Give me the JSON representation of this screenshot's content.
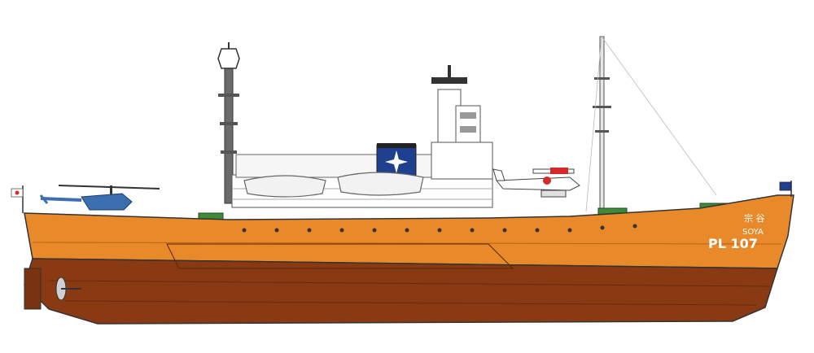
{
  "hull_markings": {
    "pennant_number": "PL 107",
    "name_latin": "SOYA",
    "name_kanji": "宗 谷"
  },
  "colors": {
    "upper_hull": "#e8892a",
    "lower_hull": "#8a3a12",
    "superstructure": "#ffffff",
    "funnel": "#1f3f8f",
    "funnel_emblem": "#ffffff",
    "outline": "#333333",
    "deck_green": "#3d8a3a",
    "helicopter": "#3b6fb0",
    "aircraft_red": "#d42a2a",
    "ensign_red": "#d42a2a"
  },
  "icons": {
    "funnel_emblem": "compass-star-icon",
    "stern_flag": "japan-flag-icon",
    "bow_flag": "blue-jack-icon"
  }
}
